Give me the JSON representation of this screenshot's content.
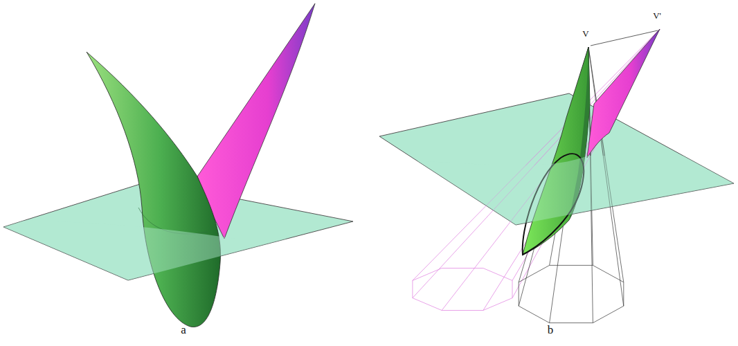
{
  "diagram": {
    "labels": [
      "a",
      "b",
      "V",
      "V'"
    ]
  }
}
